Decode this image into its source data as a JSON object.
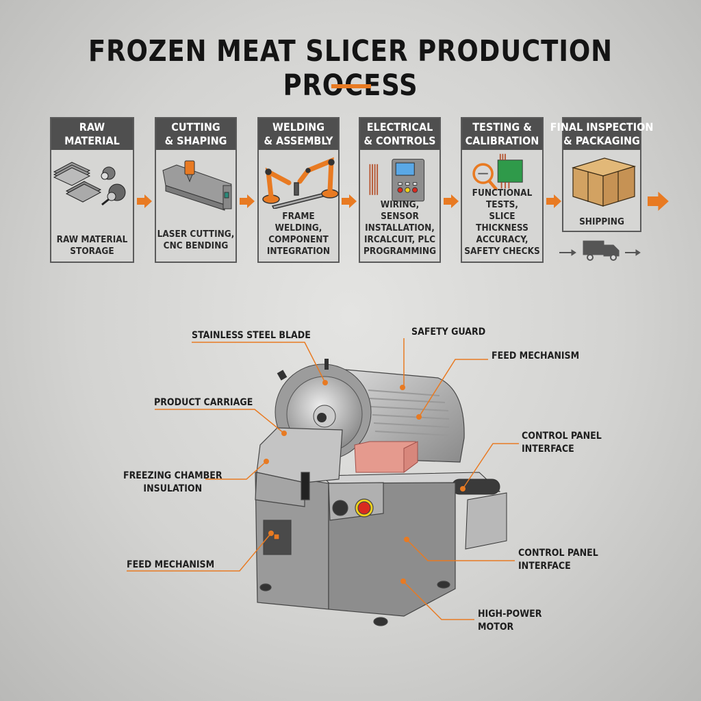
{
  "title": "FROZEN MEAT SLICER PRODUCTION PROCESS",
  "colors": {
    "accent": "#e87a22",
    "header": "#4f4f4f",
    "background": "#d3d3d1"
  },
  "steps": [
    {
      "title_1": "RAW",
      "title_2": "MATERIAL",
      "desc": [
        "RAW MATERIAL",
        "STORAGE"
      ],
      "icon": "metal-sheets-and-motors-icon"
    },
    {
      "title_1": "CUTTING",
      "title_2": "& SHAPING",
      "desc": [
        "LASER CUTTING,",
        "CNC BENDING"
      ],
      "icon": "cnc-machine-icon"
    },
    {
      "title_1": "WELDING",
      "title_2": "& ASSEMBLY",
      "desc": [
        "FRAME WELDING,",
        "COMPONENT",
        "INTEGRATION"
      ],
      "icon": "robot-arms-icon"
    },
    {
      "title_1": "ELECTRICAL",
      "title_2": "& CONTROLS",
      "desc": [
        "WIRING, SENSOR",
        "INSTALLATION,",
        "IRCALCUIT, PLC",
        "PROGRAMMING"
      ],
      "icon": "control-panel-icon"
    },
    {
      "title_1": "TESTING &",
      "title_2": "CALIBRATION",
      "desc": [
        "FUNCTIONAL TESTS,",
        "SLICE THICKNESS",
        "ACCURACY,",
        "SAFETY CHECKS"
      ],
      "icon": "magnifier-circuit-icon"
    },
    {
      "title_1": "FINAL INSPECTION",
      "title_2": "& PACKAGING",
      "desc": [
        "SHIPPING"
      ],
      "icon": "crate-icon"
    }
  ],
  "callouts": {
    "blade": "STAINLESS STEEL BLADE",
    "guard": "SAFETY GUARD",
    "feed_top": "FEED MECHANISM",
    "carriage": "PRODUCT CARRIAGE",
    "panel_top": [
      "CONTROL PANEL",
      "INTERFACE"
    ],
    "freezing": [
      "FREEZING CHAMBER",
      "INSULATION"
    ],
    "feed_bottom": "FEED MECHANISM",
    "panel_bottom": [
      "CONTROL PANEL",
      "INTERFACE"
    ],
    "motor": [
      "HIGH-POWER",
      "MOTOR"
    ]
  }
}
